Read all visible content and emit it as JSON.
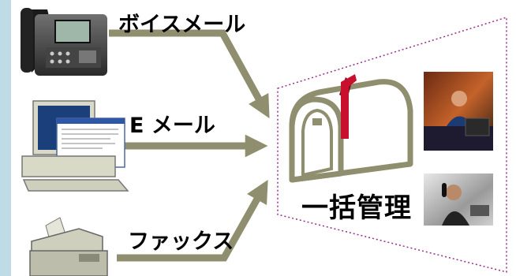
{
  "labels": {
    "voicemail": "ボイスメール",
    "email": "E メール",
    "fax": "ファックス",
    "unified": "一括管理"
  },
  "icons": {
    "phone": "ip-phone-icon",
    "computer": "computer-icon",
    "fax": "fax-machine-icon",
    "mailbox": "mailbox-icon",
    "user_top": "user-at-workstation-photo",
    "user_bottom": "user-on-phone-photo"
  },
  "colors": {
    "arrow": "#8f8f70",
    "mailbox_outline": "#8f8f70",
    "flag": "#c8102e",
    "dotted_border": "#9b2c8e",
    "left_strip": "#bfdbe6"
  }
}
